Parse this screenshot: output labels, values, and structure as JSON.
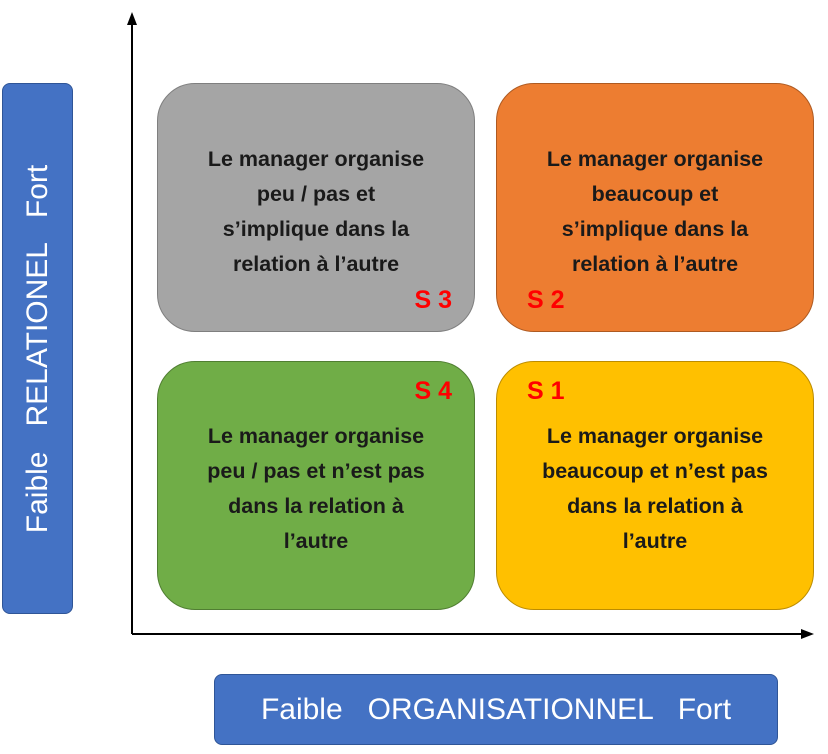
{
  "y_axis": {
    "label": "Faible   RELATIONEL   Fort"
  },
  "x_axis": {
    "label": "Faible   ORGANISATIONNEL   Fort"
  },
  "quadrants": {
    "s3": {
      "label": "S 3",
      "text": "Le manager organise\npeu / pas et\ns’implique dans la\nrelation à l’autre",
      "color": "#a5a5a5"
    },
    "s2": {
      "label": "S 2",
      "text": "Le manager organise\nbeaucoup et\ns’implique dans la\nrelation à l’autre",
      "color": "#ed7d31"
    },
    "s4": {
      "label": "S 4",
      "text": "Le manager organise\npeu / pas et n’est pas\ndans la relation à\nl’autre",
      "color": "#70ad47"
    },
    "s1": {
      "label": "S 1",
      "text": "Le manager organise\nbeaucoup et n’est pas\ndans la relation à\nl’autre",
      "color": "#ffc000"
    }
  },
  "colors": {
    "axis_label_bg": "#4472c4",
    "situation_label": "#ff0000"
  }
}
